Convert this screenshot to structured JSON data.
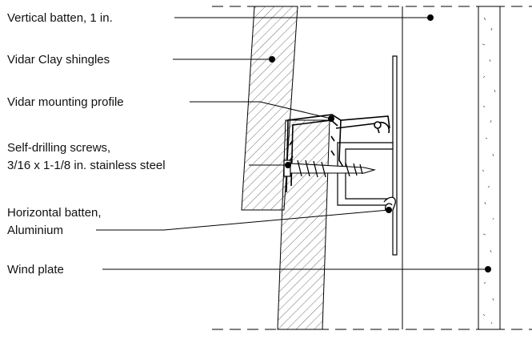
{
  "labels": {
    "vertical_batten": "Vertical batten, 1 in.",
    "vidar_shingles": "Vidar Clay shingles",
    "mounting_profile": "Vidar mounting profile",
    "screws_line1": "Self-drilling screws,",
    "screws_line2": "3/16 x 1-1/8 in. stainless steel",
    "horizontal_batten_line1": "Horizontal batten,",
    "horizontal_batten_line2": "Aluminium",
    "wind_plate": "Wind plate"
  }
}
